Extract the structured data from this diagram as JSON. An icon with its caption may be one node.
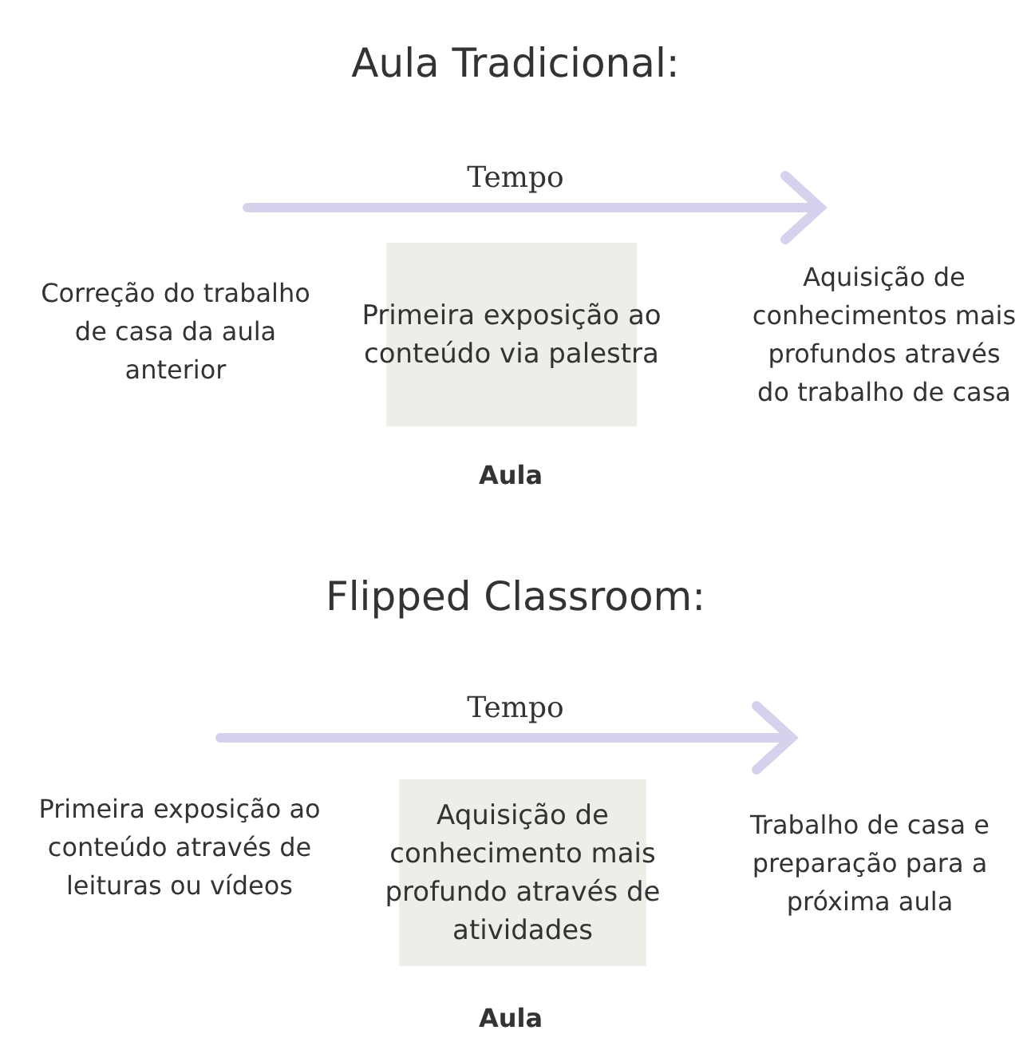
{
  "diagram": {
    "nodes": [
      {
        "text": [
          "Primeira exposição ao conteúdo via palestra"
        ],
        "beside": [
          "Aula"
        ]
      },
      {
        "text": [
          "Aquisição de conhecimento mais profundo através de atividades"
        ],
        "beside": [
          "Aula"
        ]
      }
    ],
    "labels": [
      "Aula Tradicional:",
      "Tempo",
      "Correção do trabalho de casa da aula anterior",
      "Aquisição de conhecimentos mais profundos através do trabalho de casa",
      "Flipped Classroom:",
      "Tempo",
      "Primeira exposição ao conteúdo através de leituras ou vídeos",
      "Trabalho de casa e preparação para a próxima aula"
    ]
  }
}
